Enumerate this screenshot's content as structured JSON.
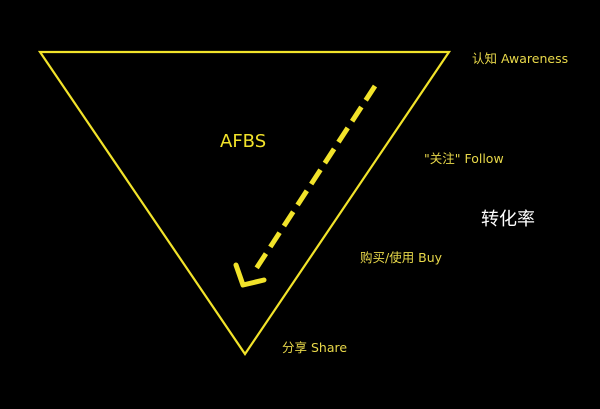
{
  "funnel": {
    "center_label": "AFBS",
    "stages": [
      "认知 Awareness",
      "\"关注\" Follow",
      "购买/使用 Buy",
      "分享 Share"
    ],
    "side_label": "转化率"
  },
  "colors": {
    "background": "#000000",
    "outline": "#f2e32a",
    "arrow": "#f2e32a",
    "stage_text": "#e8d84a",
    "center_text": "#f2e32a",
    "side_text": "#ffffff"
  }
}
